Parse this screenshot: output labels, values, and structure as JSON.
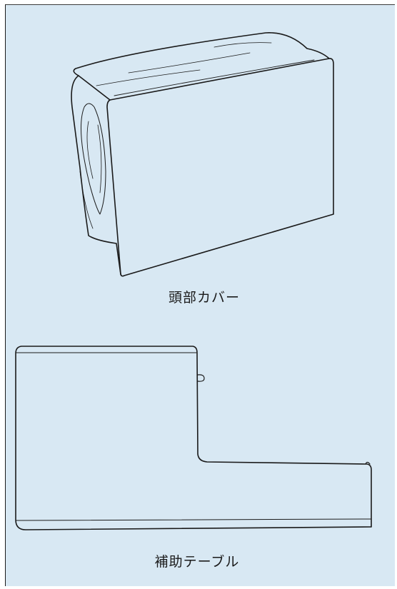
{
  "colors": {
    "background": "#d8e8f3",
    "line": "#1a1a1a"
  },
  "illustrations": [
    {
      "icon": "sewing-machine-head-cover-drawing",
      "caption": "頭部カバー"
    },
    {
      "icon": "auxiliary-table-drawing",
      "caption": "補助テーブル"
    }
  ]
}
